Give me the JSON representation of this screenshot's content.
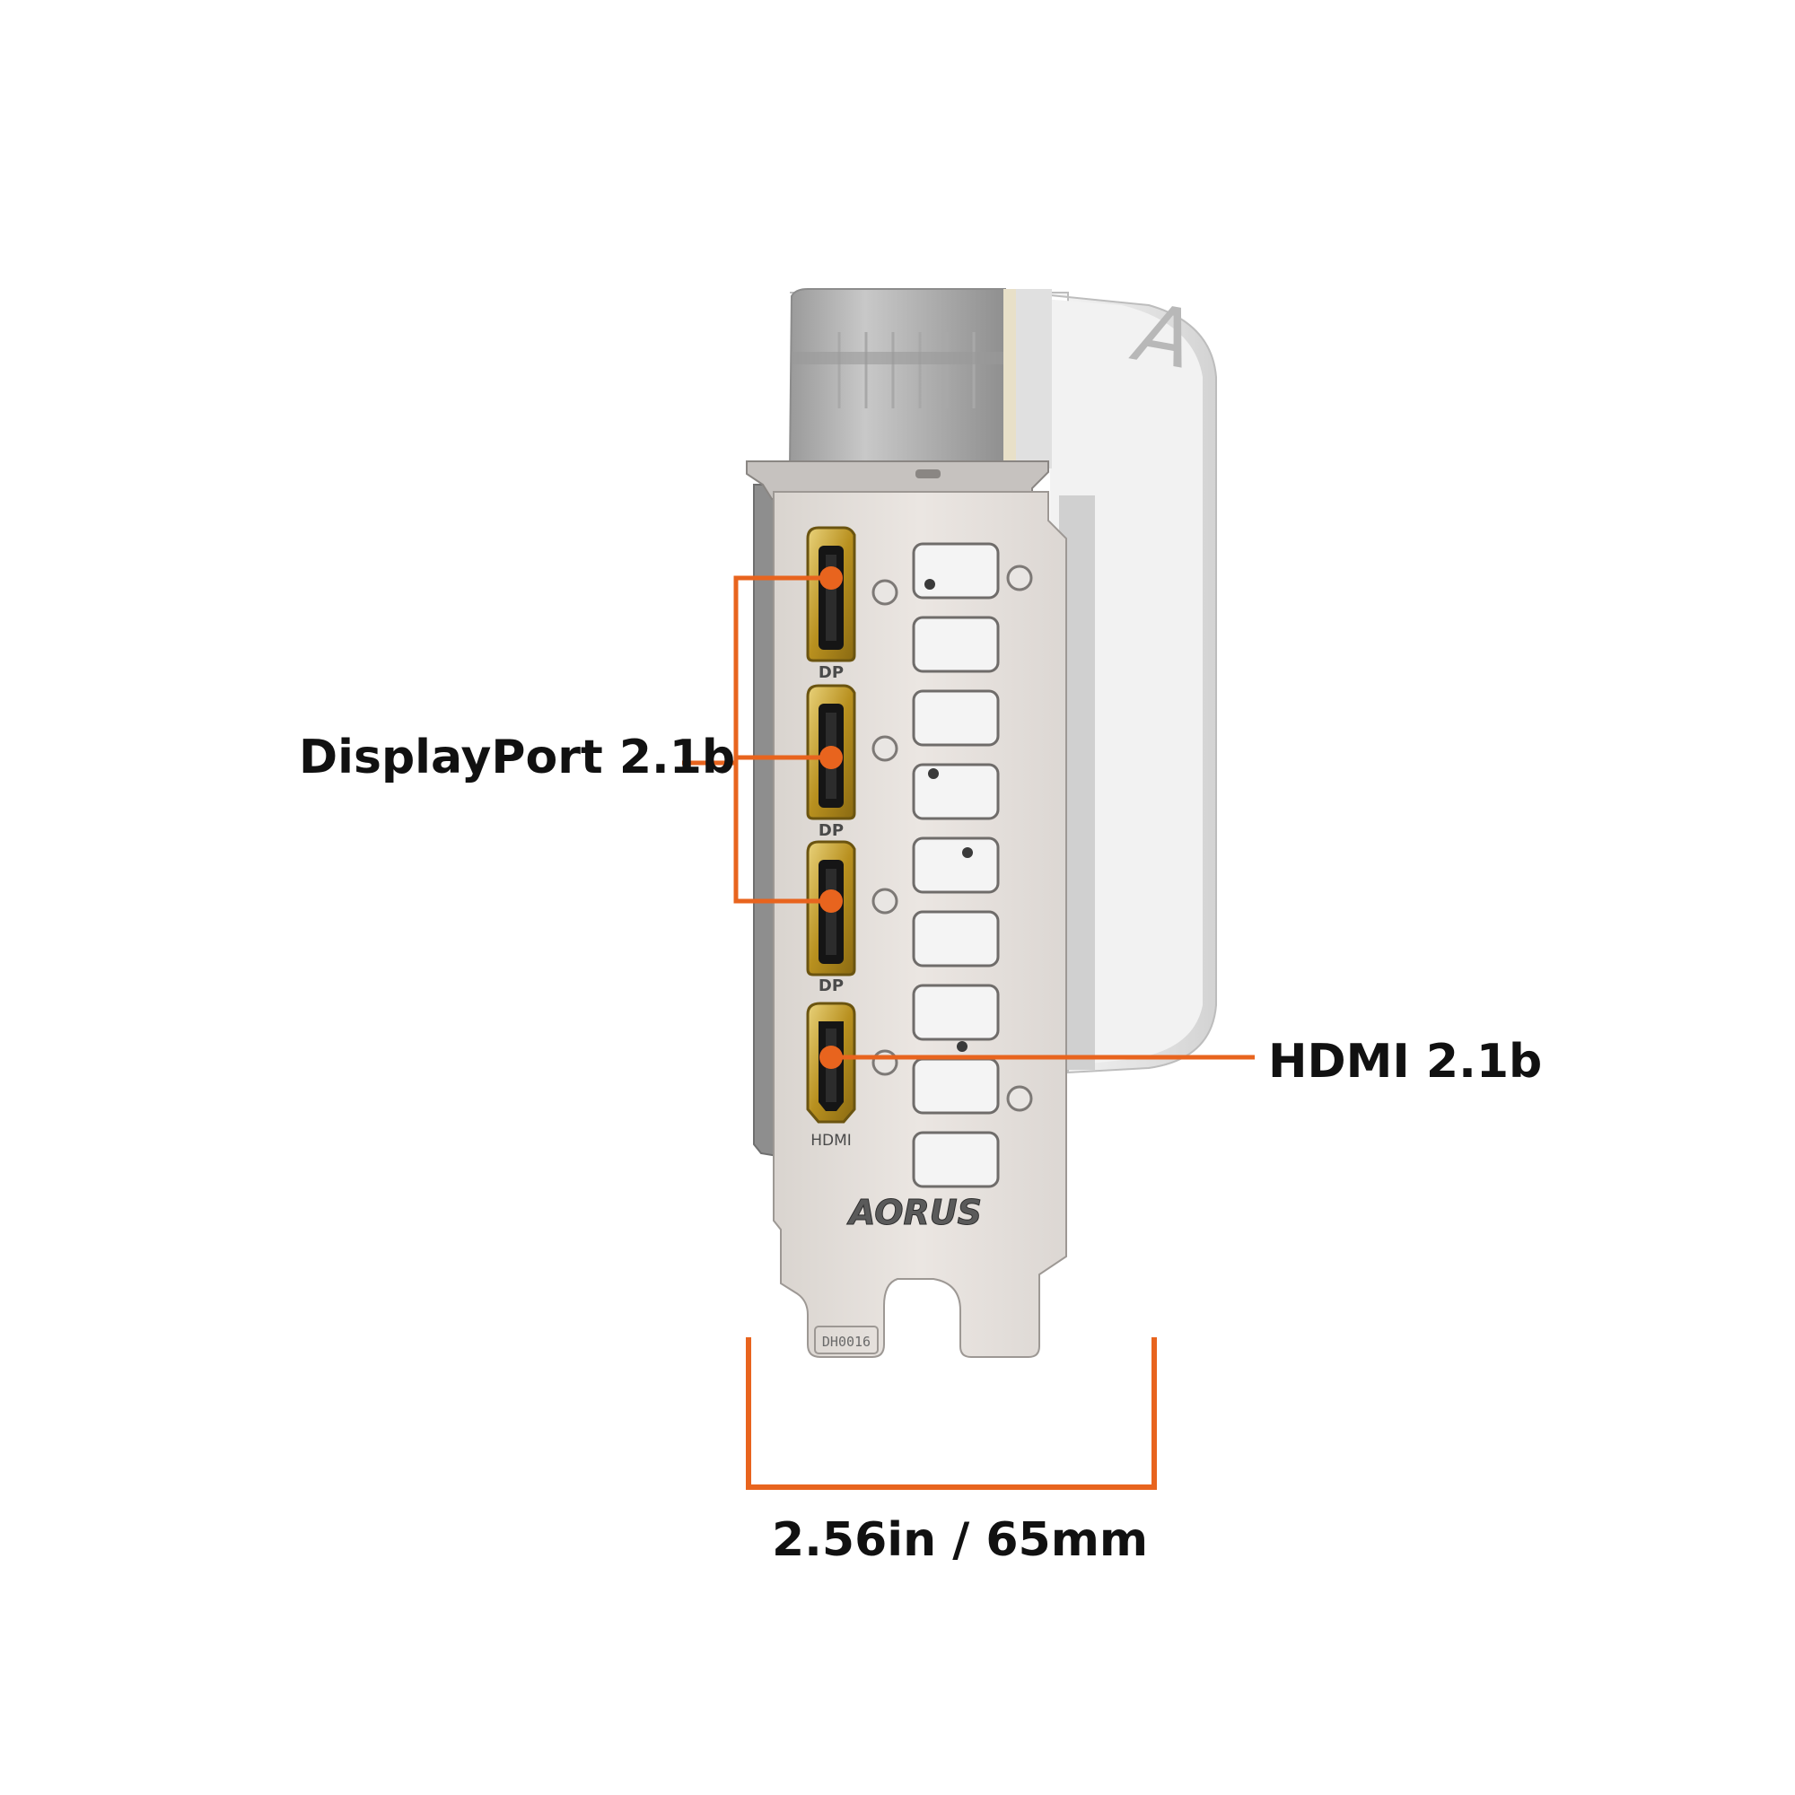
{
  "annotations": {
    "displayport_label": "DisplayPort 2.1b",
    "hdmi_label": "HDMI 2.1b",
    "dimension_label": "2.56in / 65mm"
  },
  "bracket": {
    "port_labels": [
      "DP",
      "DP",
      "DP"
    ],
    "hdmi_port_label": "HDMI",
    "brand_logo": "AORUS",
    "part_number": "DH0016"
  },
  "colors": {
    "accent": "#E8641E",
    "bracket": "#E6E1DD",
    "shroud": "#D9D9D9",
    "port_gold": "#C9A227"
  }
}
